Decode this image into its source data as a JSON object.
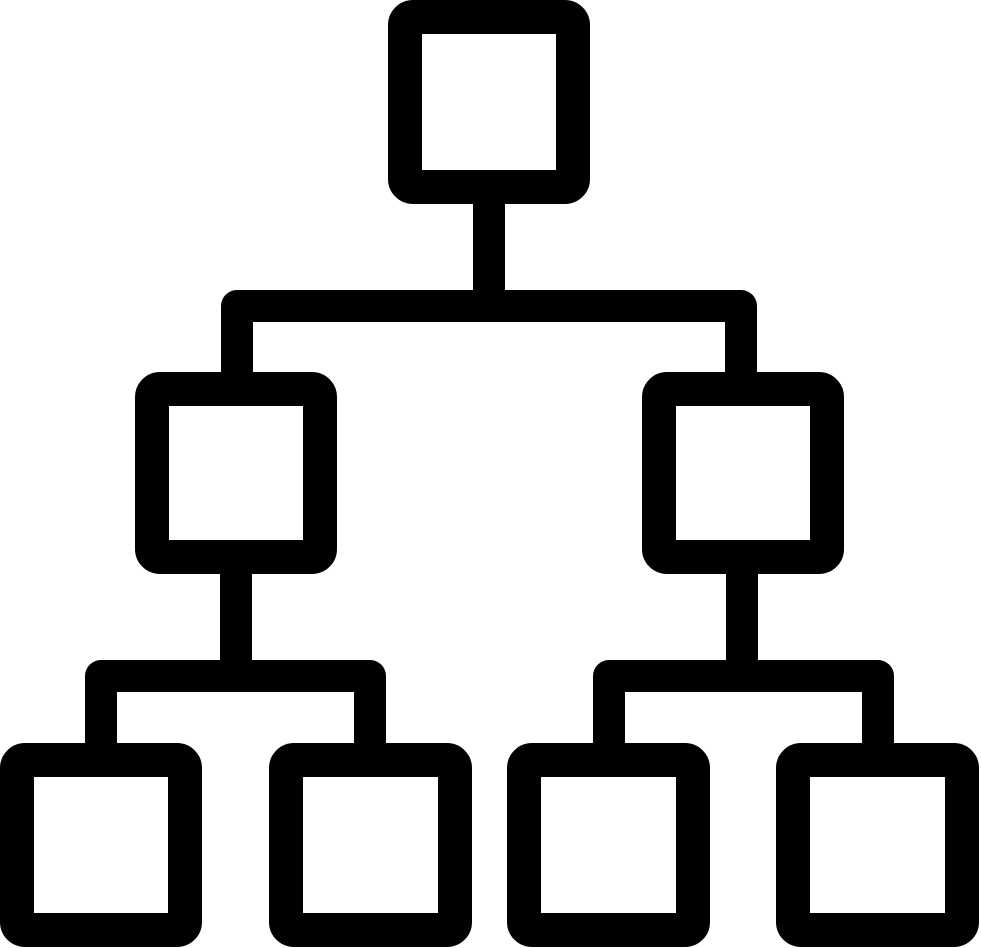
{
  "diagram": {
    "type": "hierarchy-tree",
    "icon": "sitemap-icon",
    "stroke_color": "#000000",
    "background_color": "#ffffff",
    "levels": [
      {
        "level": 1,
        "node_count": 1
      },
      {
        "level": 2,
        "node_count": 2
      },
      {
        "level": 3,
        "node_count": 4
      }
    ],
    "nodes": [
      {
        "id": "root",
        "label": ""
      },
      {
        "id": "child-left",
        "label": "",
        "parent": "root"
      },
      {
        "id": "child-right",
        "label": "",
        "parent": "root"
      },
      {
        "id": "leaf-1",
        "label": "",
        "parent": "child-left"
      },
      {
        "id": "leaf-2",
        "label": "",
        "parent": "child-left"
      },
      {
        "id": "leaf-3",
        "label": "",
        "parent": "child-right"
      },
      {
        "id": "leaf-4",
        "label": "",
        "parent": "child-right"
      }
    ]
  }
}
